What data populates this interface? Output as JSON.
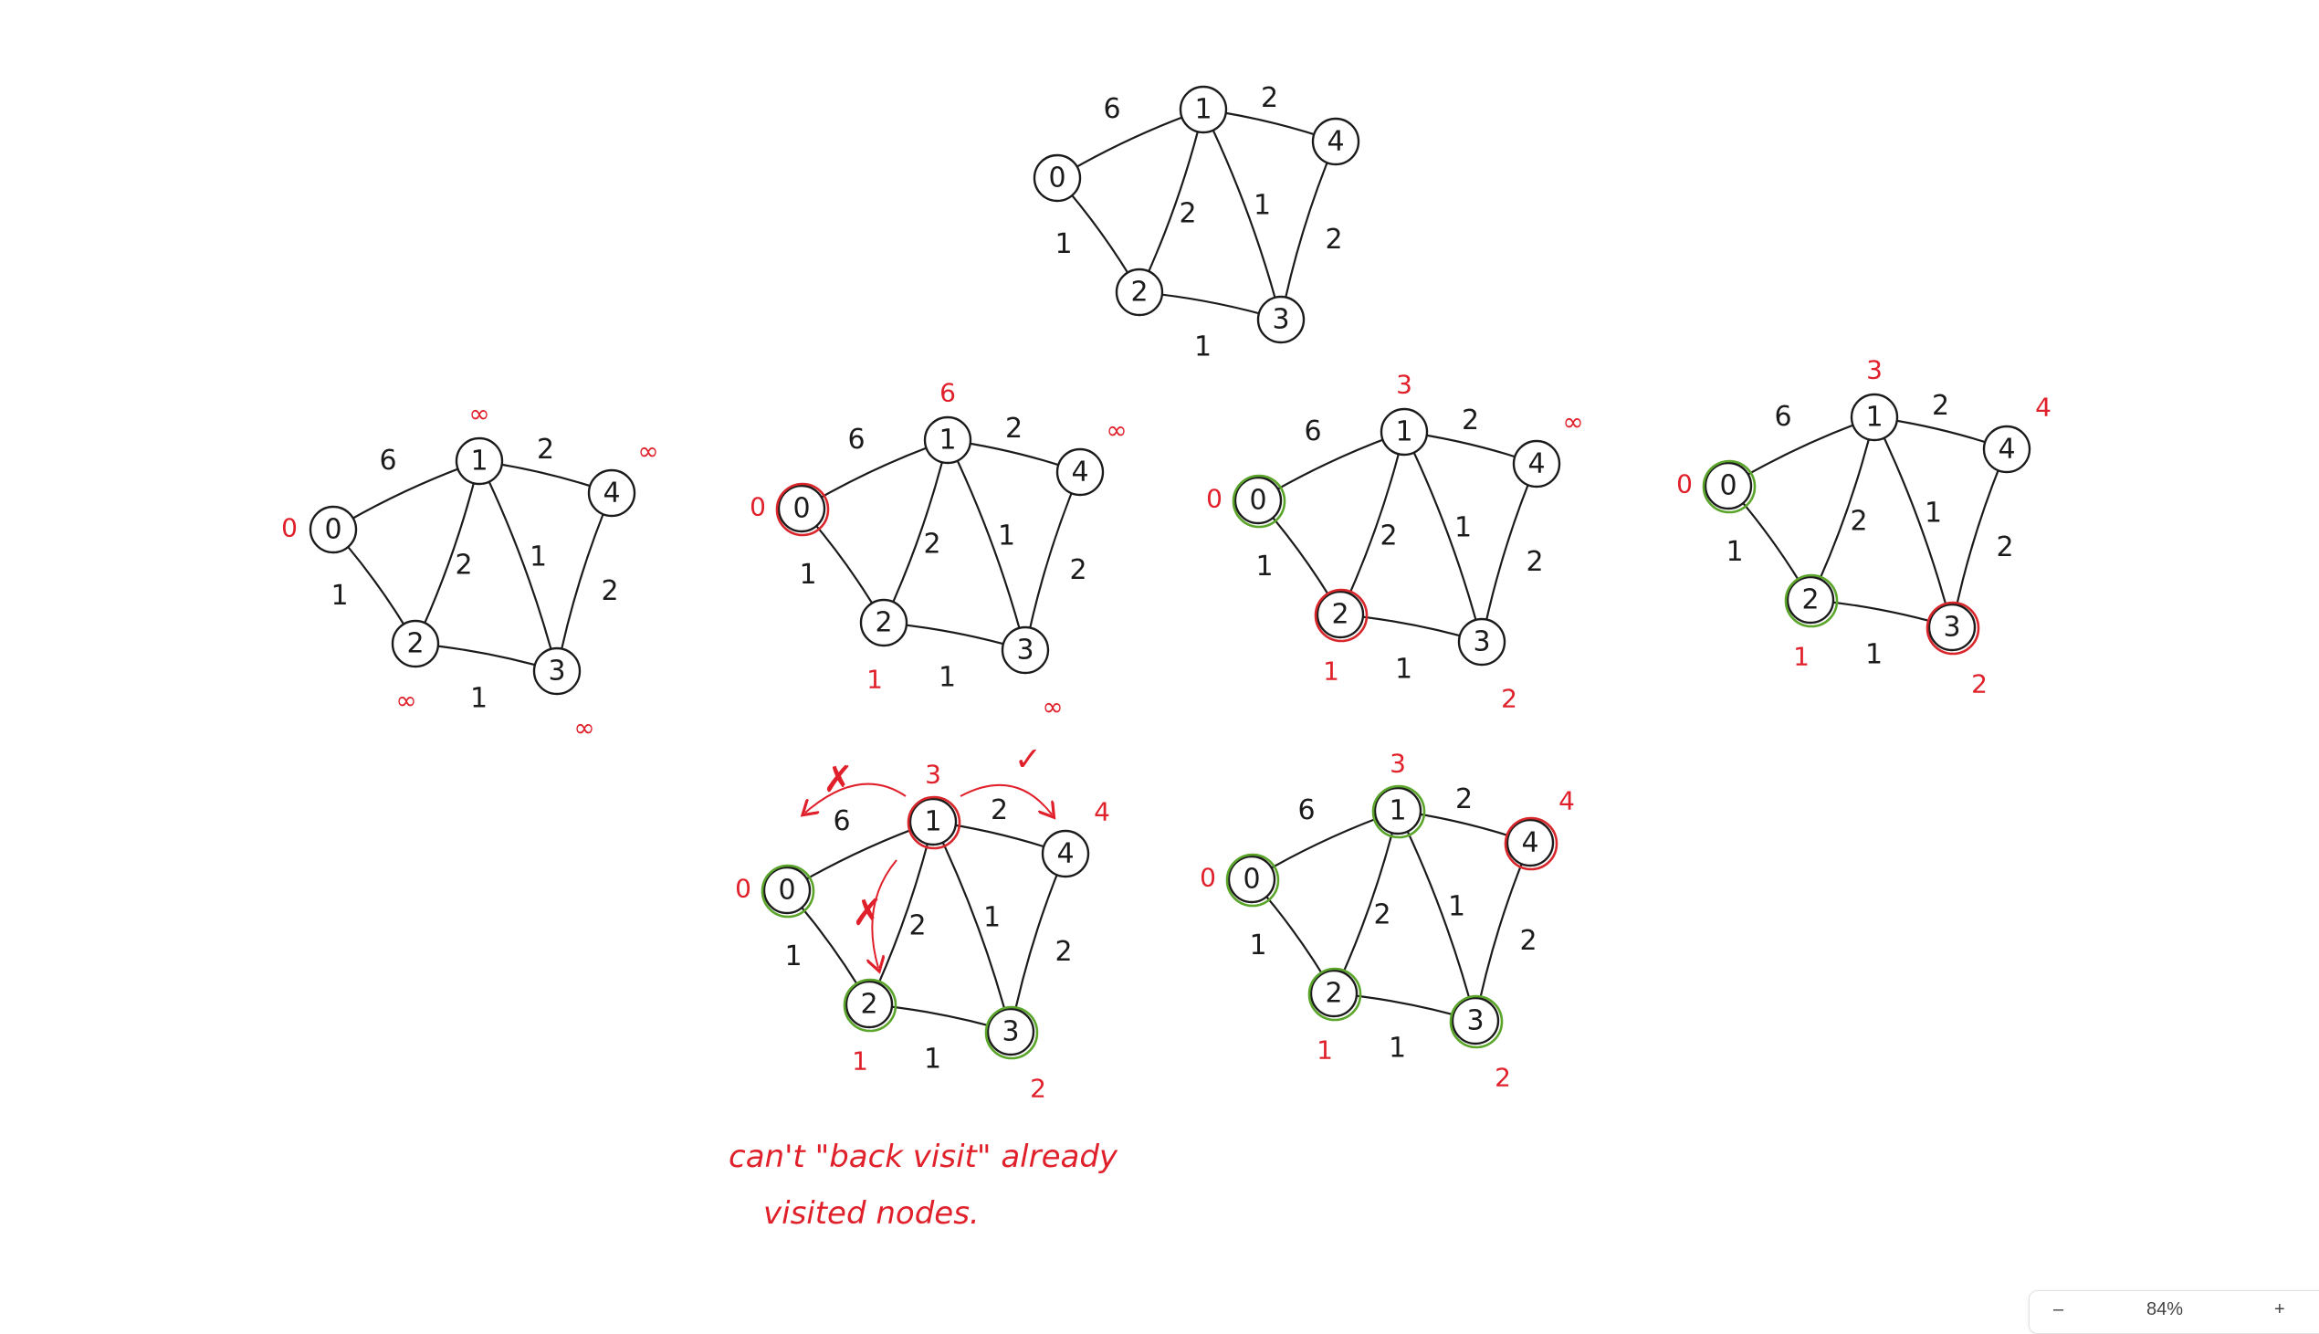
{
  "colors": {
    "ink": "#1b1b1b",
    "annotation": "#e0202a",
    "visited": "#5aa52a",
    "current": "#d9262b"
  },
  "graphs": [
    {
      "id": "g0",
      "nodes": [
        {
          "label": "0",
          "dist": ""
        },
        {
          "label": "1",
          "dist": ""
        },
        {
          "label": "2",
          "dist": ""
        },
        {
          "label": "3",
          "dist": ""
        },
        {
          "label": "4",
          "dist": ""
        }
      ],
      "weights": {
        "e01": "6",
        "e02": "1",
        "e12": "2",
        "e13": "1",
        "e14": "2",
        "e23": "1",
        "e34": "2"
      }
    },
    {
      "id": "g1",
      "nodes": [
        {
          "label": "0",
          "dist": "0",
          "state": ""
        },
        {
          "label": "1",
          "dist": "∞",
          "state": ""
        },
        {
          "label": "2",
          "dist": "∞",
          "state": ""
        },
        {
          "label": "3",
          "dist": "∞",
          "state": ""
        },
        {
          "label": "4",
          "dist": "∞",
          "state": ""
        }
      ],
      "weights": {
        "e01": "6",
        "e02": "1",
        "e12": "2",
        "e13": "1",
        "e14": "2",
        "e23": "1",
        "e34": "2"
      }
    },
    {
      "id": "g2",
      "nodes": [
        {
          "label": "0",
          "dist": "0",
          "state": "current"
        },
        {
          "label": "1",
          "dist": "6",
          "state": ""
        },
        {
          "label": "2",
          "dist": "1",
          "state": ""
        },
        {
          "label": "3",
          "dist": "∞",
          "state": ""
        },
        {
          "label": "4",
          "dist": "∞",
          "state": ""
        }
      ],
      "weights": {
        "e01": "6",
        "e02": "1",
        "e12": "2",
        "e13": "1",
        "e14": "2",
        "e23": "1",
        "e34": "2"
      }
    },
    {
      "id": "g3",
      "nodes": [
        {
          "label": "0",
          "dist": "0",
          "state": "visited"
        },
        {
          "label": "1",
          "dist": "3",
          "state": ""
        },
        {
          "label": "2",
          "dist": "1",
          "state": "current"
        },
        {
          "label": "3",
          "dist": "2",
          "state": ""
        },
        {
          "label": "4",
          "dist": "∞",
          "state": ""
        }
      ],
      "weights": {
        "e01": "6",
        "e02": "1",
        "e12": "2",
        "e13": "1",
        "e14": "2",
        "e23": "1",
        "e34": "2"
      }
    },
    {
      "id": "g4",
      "nodes": [
        {
          "label": "0",
          "dist": "0",
          "state": "visited"
        },
        {
          "label": "1",
          "dist": "3",
          "state": ""
        },
        {
          "label": "2",
          "dist": "1",
          "state": "visited"
        },
        {
          "label": "3",
          "dist": "2",
          "state": "current"
        },
        {
          "label": "4",
          "dist": "4",
          "state": ""
        }
      ],
      "weights": {
        "e01": "6",
        "e02": "1",
        "e12": "2",
        "e13": "1",
        "e14": "2",
        "e23": "1",
        "e34": "2"
      }
    },
    {
      "id": "g5",
      "nodes": [
        {
          "label": "0",
          "dist": "0",
          "state": "visited"
        },
        {
          "label": "1",
          "dist": "3",
          "state": "current"
        },
        {
          "label": "2",
          "dist": "1",
          "state": "visited"
        },
        {
          "label": "3",
          "dist": "2",
          "state": "visited"
        },
        {
          "label": "4",
          "dist": "4",
          "state": ""
        }
      ],
      "weights": {
        "e01": "6",
        "e02": "1",
        "e12": "2",
        "e13": "1",
        "e14": "2",
        "e23": "1",
        "e34": "2"
      }
    },
    {
      "id": "g6",
      "nodes": [
        {
          "label": "0",
          "dist": "0",
          "state": "visited"
        },
        {
          "label": "1",
          "dist": "3",
          "state": "visited"
        },
        {
          "label": "2",
          "dist": "1",
          "state": "visited"
        },
        {
          "label": "3",
          "dist": "2",
          "state": "visited"
        },
        {
          "label": "4",
          "dist": "4",
          "state": "current"
        }
      ],
      "weights": {
        "e01": "6",
        "e02": "1",
        "e12": "2",
        "e13": "1",
        "e14": "2",
        "e23": "1",
        "e34": "2"
      }
    }
  ],
  "annotation": {
    "line1": "can't \"back visit\" already",
    "line2": "visited nodes.",
    "cross_mark": "✗",
    "check_mark": "✓"
  },
  "zoom": {
    "minus": "–",
    "level": "84%",
    "plus": "+"
  }
}
